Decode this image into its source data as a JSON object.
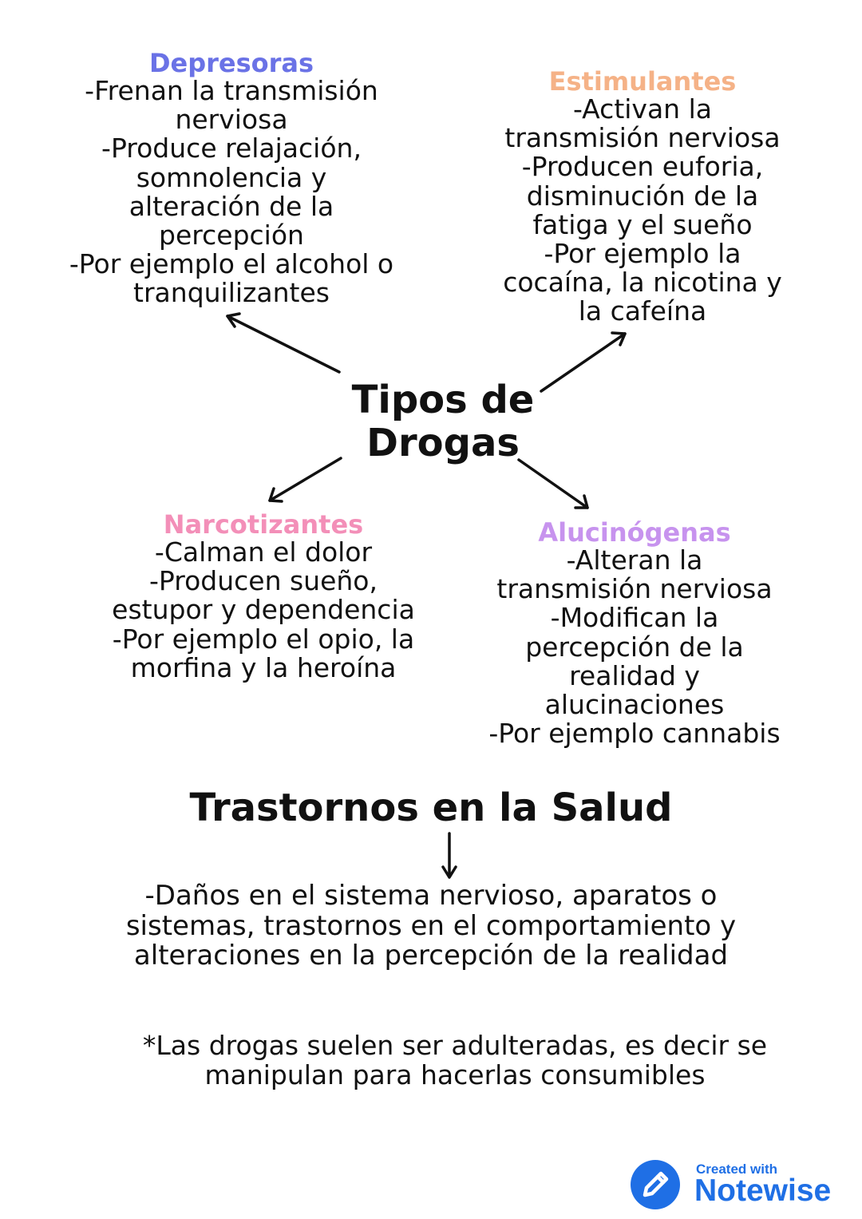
{
  "center": {
    "line1": "Tipos de",
    "line2": "Drogas"
  },
  "colors": {
    "depresoras": "#6a72e6",
    "estimulantes": "#f5b287",
    "narcotizantes": "#f38fb8",
    "alucinogenas": "#c793ee",
    "brand": "#1f6fe5"
  },
  "branches": [
    {
      "title": "Depresoras",
      "lines": [
        "-Frenan la transmisión",
        "nerviosa",
        "-Produce relajación,",
        "somnolencia y",
        "alteración de la",
        "percepción",
        "-Por ejemplo el alcohol o",
        "tranquilizantes"
      ]
    },
    {
      "title": "Estimulantes",
      "lines": [
        "-Activan la",
        "transmisión nerviosa",
        "-Producen euforia,",
        "disminución de la",
        "fatiga y el sueño",
        "-Por ejemplo la",
        "cocaína, la nicotina y",
        "la cafeína"
      ]
    },
    {
      "title": "Narcotizantes",
      "lines": [
        "-Calman el dolor",
        "-Producen sueño,",
        "estupor y dependencia",
        "-Por ejemplo el opio, la",
        "morfina y la heroína"
      ]
    },
    {
      "title": "Alucinógenas",
      "lines": [
        "-Alteran la",
        "transmisión nerviosa",
        "-Modifican la",
        "percepción de la",
        "realidad y",
        "alucinaciones",
        "-Por ejemplo cannabis"
      ]
    }
  ],
  "trastornos": {
    "title": "Trastornos en la Salud",
    "lines": [
      "-Daños en el sistema nervioso, aparatos o",
      "sistemas, trastornos en el comportamiento y",
      "alteraciones en la percepción de la realidad"
    ]
  },
  "note": {
    "lines": [
      "*Las drogas suelen ser adulteradas, es decir se",
      "manipulan para hacerlas consumibles"
    ]
  },
  "brand": {
    "small": "Created with",
    "big": "Notewise",
    "icon": "pencil-icon"
  }
}
